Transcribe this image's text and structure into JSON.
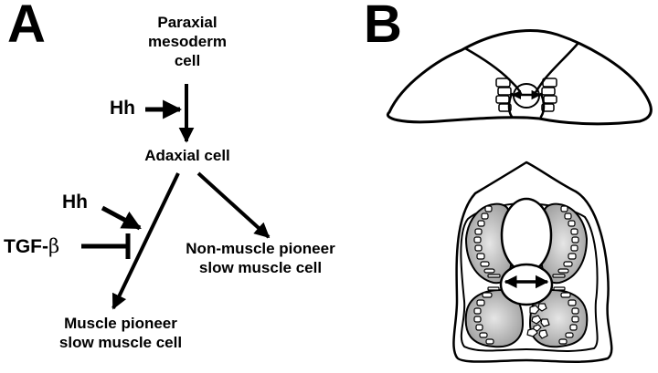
{
  "panels": {
    "a": {
      "label": "A",
      "nodes": {
        "paraxial": [
          "Paraxial",
          "mesoderm",
          "cell"
        ],
        "adaxial": "Adaxial cell",
        "non_pioneer": [
          "Non-muscle pioneer",
          "slow muscle cell"
        ],
        "pioneer": [
          "Muscle pioneer",
          "slow muscle cell"
        ]
      },
      "signals": {
        "hh_top": "Hh",
        "hh_lower": "Hh",
        "tgf_prefix": "TGF-",
        "tgf_symbol": "β"
      },
      "edges": [
        {
          "from": "Paraxial mesoderm cell",
          "to": "Adaxial cell",
          "type": "activation"
        },
        {
          "from": "Hh",
          "to": "Paraxial→Adaxial",
          "type": "activation"
        },
        {
          "from": "Adaxial cell",
          "to": "Non-muscle pioneer slow muscle cell",
          "type": "activation"
        },
        {
          "from": "Adaxial cell",
          "to": "Muscle pioneer slow muscle cell",
          "type": "activation"
        },
        {
          "from": "Hh",
          "to": "Adaxial→Muscle pioneer",
          "type": "activation"
        },
        {
          "from": "TGF-β",
          "to": "Adaxial→Muscle pioneer",
          "type": "inhibition"
        }
      ]
    },
    "b": {
      "label": "B"
    }
  },
  "colors": {
    "ink": "#000000",
    "background": "#ffffff",
    "muscle_shade": "#9a9a9a"
  }
}
